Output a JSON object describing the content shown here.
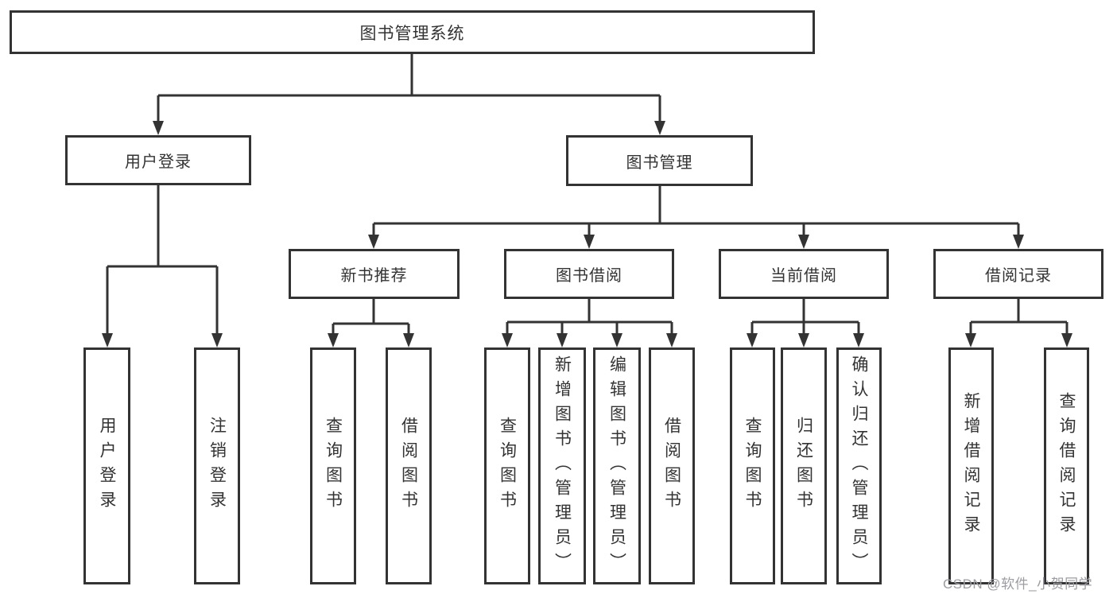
{
  "diagram": {
    "root_label": "图书管理系统",
    "level2": [
      {
        "label": "用户登录",
        "children": [
          {
            "label": "用户登录"
          },
          {
            "label": "注销登录"
          }
        ]
      },
      {
        "label": "图书管理",
        "children": [
          {
            "label": "新书推荐",
            "children": [
              {
                "label": "查询图书"
              },
              {
                "label": "借阅图书"
              }
            ]
          },
          {
            "label": "图书借阅",
            "children": [
              {
                "label": "查询图书"
              },
              {
                "label": "新增图书（管理员）"
              },
              {
                "label": "编辑图书（管理员）"
              },
              {
                "label": "借阅图书"
              }
            ]
          },
          {
            "label": "当前借阅",
            "children": [
              {
                "label": "查询图书"
              },
              {
                "label": "归还图书"
              },
              {
                "label": "确认归还（管理员）"
              }
            ]
          },
          {
            "label": "借阅记录",
            "children": [
              {
                "label": "新增借阅记录"
              },
              {
                "label": "查询借阅记录"
              }
            ]
          }
        ]
      }
    ]
  },
  "watermark": {
    "text": "CSDN @软件_小贺同学"
  },
  "colors": {
    "line": "#333333",
    "text": "#333333",
    "watermark": "#9c9ca2",
    "background": "#ffffff"
  }
}
